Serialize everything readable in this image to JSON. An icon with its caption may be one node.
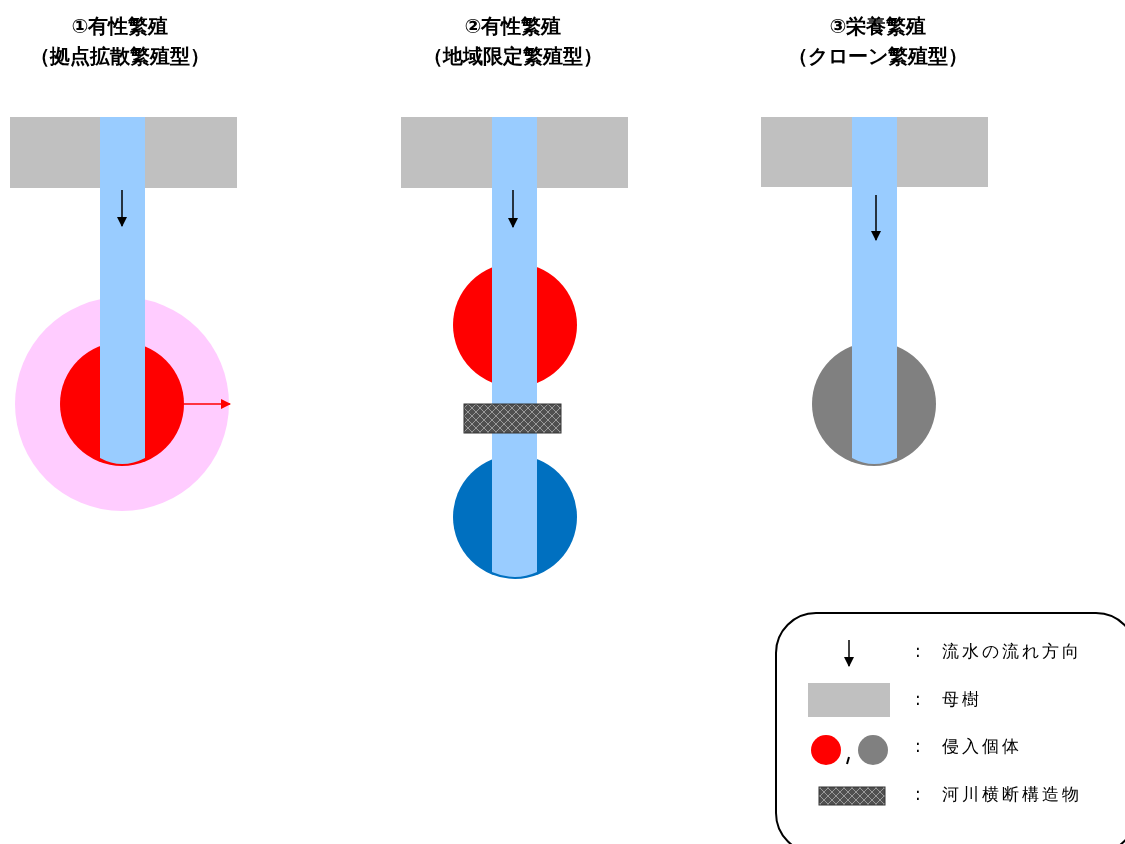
{
  "diagram": {
    "labels": [
      "①有性繁殖",
      "（拠点拡散繁殖型）",
      "②有性繁殖",
      "（地域限定繁殖型）",
      "③栄養繁殖",
      "（クローン繁殖型）",
      ":",
      ":",
      ":",
      ":"
    ],
    "legend": [
      {
        "text": "流水の流れ方向"
      },
      {
        "text": "母樹",
        "color": "#c0c0c0"
      },
      {
        "text": "侵入個体"
      },
      {
        "text": "河川横断構造物"
      }
    ]
  }
}
